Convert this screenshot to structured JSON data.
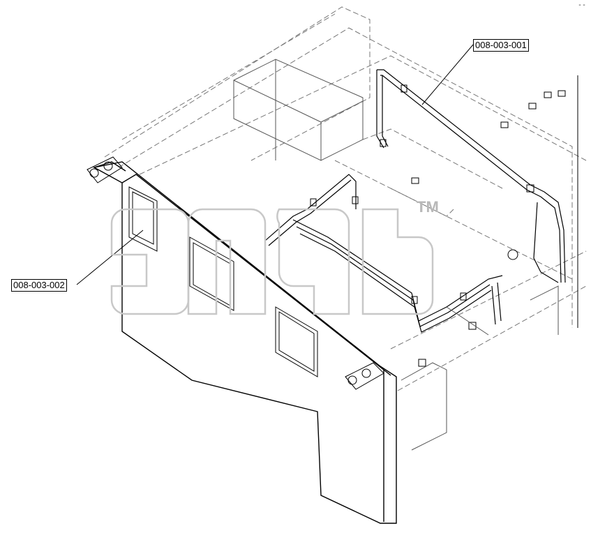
{
  "callouts": [
    {
      "id": "callout-a",
      "label": "008-003-001"
    },
    {
      "id": "callout-b",
      "label": "008-003-002"
    }
  ],
  "watermark": {
    "mark": "TM",
    "color": "#c8c8c8"
  },
  "corner": {
    "text": "-- "
  }
}
